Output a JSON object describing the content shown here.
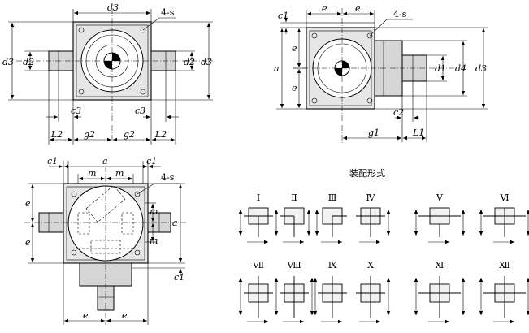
{
  "labels": {
    "d3": "d3",
    "d2": "d2",
    "d1": "d1",
    "d4": "d4",
    "holes": "4-s",
    "c1": "c1",
    "c2": "c2",
    "c3": "c3",
    "e": "e",
    "a": "a",
    "m": "m",
    "L1": "L1",
    "L2": "L2",
    "g1": "g1",
    "g2": "g2"
  },
  "assembly": {
    "title": "装配形式",
    "forms_row1": [
      "Ⅰ",
      "Ⅱ",
      "Ⅲ",
      "Ⅳ",
      "Ⅴ",
      "Ⅵ"
    ],
    "forms_row2": [
      "Ⅶ",
      "Ⅷ",
      "Ⅸ",
      "Ⅹ",
      "Ⅺ",
      "Ⅻ"
    ]
  }
}
